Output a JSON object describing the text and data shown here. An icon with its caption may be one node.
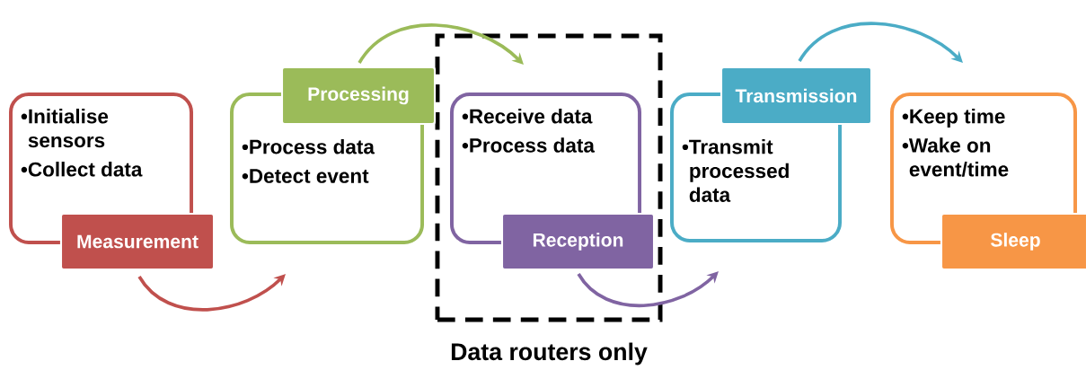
{
  "diagram": {
    "nodes": [
      {
        "text": [
          "•Initialise sensors",
          "•Collect data"
        ]
      },
      {
        "text": [
          "Measurement"
        ]
      },
      {
        "text": [
          "Processing"
        ]
      },
      {
        "text": [
          "•Process data",
          "•Detect event"
        ]
      },
      {
        "text": [
          "Data routers only"
        ]
      },
      {
        "text": [
          "•Receive data",
          "•Process data"
        ],
        "in": 4
      },
      {
        "text": [
          "Reception"
        ],
        "in": 4
      },
      {
        "text": [
          "Transmission"
        ]
      },
      {
        "text": [
          "•Transmit processed data"
        ]
      },
      {
        "text": [
          "•Keep time",
          "•Wake on event/time"
        ]
      },
      {
        "text": [
          "Sleep"
        ]
      }
    ],
    "edges": [
      {
        "from": 1,
        "to": 3,
        "arrow": "to",
        "color": "#c0504d"
      },
      {
        "from": 2,
        "to": 5,
        "arrow": "to",
        "color": "#9bbb59"
      },
      {
        "from": 6,
        "to": 8,
        "arrow": "to",
        "color": "#8064a2"
      },
      {
        "from": 7,
        "to": 9,
        "arrow": "to",
        "color": "#4bacc6"
      }
    ]
  }
}
